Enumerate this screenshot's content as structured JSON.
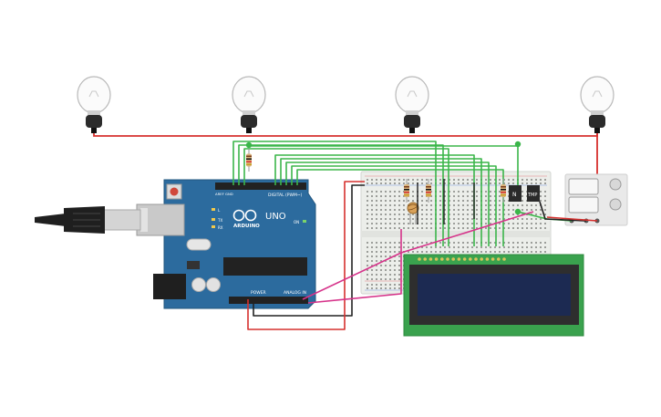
{
  "arduino": {
    "brand_label": "ARDUINO",
    "model_label": "UNO",
    "digital_label": "DIGITAL (PWM~)",
    "power_label": "POWER",
    "analog_label": "ANALOG IN",
    "aref_label": "AREF",
    "gnd_label": "GND",
    "tx_label": "TX",
    "rx_label": "RX",
    "l_label": "L",
    "on_label": "ON"
  },
  "transistors": [
    {
      "label": "N"
    },
    {
      "label": "TMP"
    }
  ],
  "colors": {
    "wire_red": "#d6302e",
    "wire_green": "#3bb54a",
    "wire_black": "#222222",
    "wire_magenta": "#d6338a",
    "board_blue": "#2c6b9e",
    "lcd_green": "#3aa24e",
    "lcd_screen": "#1c2a52"
  }
}
